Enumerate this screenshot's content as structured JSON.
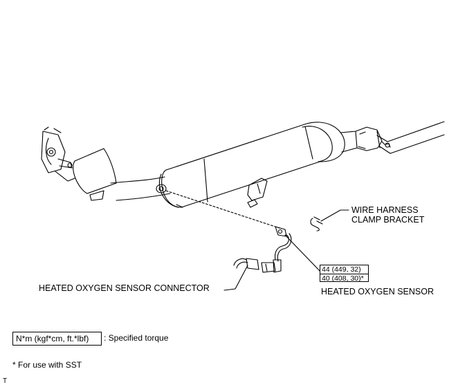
{
  "labels": {
    "wire_harness_line1": "WIRE HARNESS",
    "wire_harness_line2": "CLAMP BRACKET",
    "connector": "HEATED OXYGEN SENSOR CONNECTOR",
    "sensor": "HEATED OXYGEN SENSOR"
  },
  "torque": {
    "row1": "44 (449, 32)",
    "row2": "40 (408, 30)*"
  },
  "legend": {
    "unit": "N*m (kgf*cm, ft.*lbf)",
    "description": ": Specified torque",
    "sst_note": "* For use with SST"
  },
  "corner_mark": "T"
}
